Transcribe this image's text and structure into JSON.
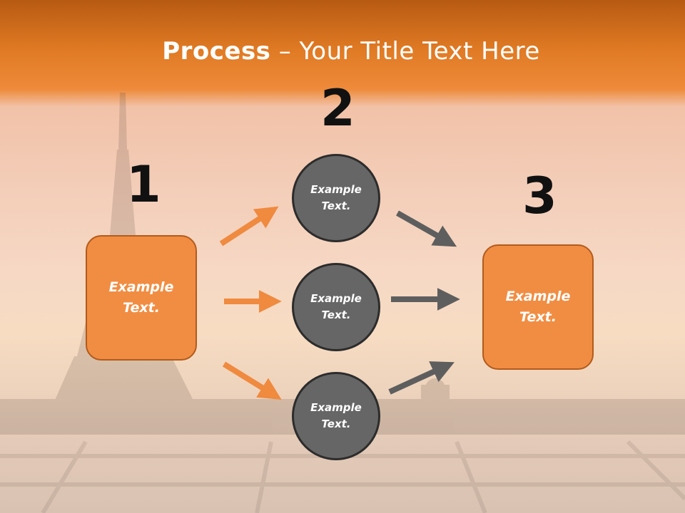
{
  "title": {
    "bold": "Process",
    "rest": " – Your Title Text Here"
  },
  "steps": [
    {
      "number": "1",
      "box_text": "Example Text."
    },
    {
      "number": "2",
      "circles": [
        "Example Text.",
        "Example Text.",
        "Example Text."
      ]
    },
    {
      "number": "3",
      "box_text": "Example Text."
    }
  ],
  "colors": {
    "header": "#e07a24",
    "orange_box": "#f18d42",
    "gray_circle": "#666666",
    "orange_arrow": "#ef8a3f",
    "gray_arrow": "#5e5e5e"
  }
}
